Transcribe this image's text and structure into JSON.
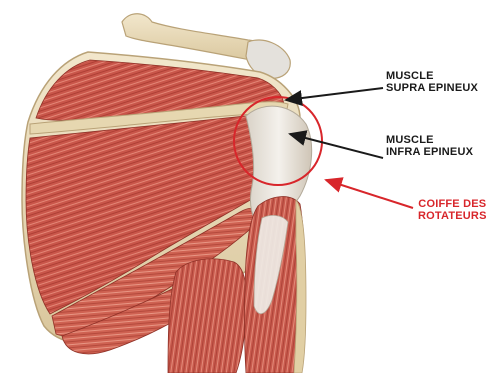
{
  "labels": {
    "supra": {
      "line1": "MUSCLE",
      "line2": "SUPRA EPINEUX"
    },
    "infra": {
      "line1": "MUSCLE",
      "line2": "INFRA EPINEUX"
    },
    "coiffe": {
      "line1": "COIFFE DES",
      "line2": "ROTATEURS"
    }
  },
  "colors": {
    "muscle": "#c9564a",
    "muscle_dark": "#a8392f",
    "muscle_light": "#dd7a6a",
    "bone": "#e8d9b5",
    "tendon": "#eae6df",
    "arrow_dark": "#1a1a1a",
    "highlight_red": "#d8262b"
  }
}
